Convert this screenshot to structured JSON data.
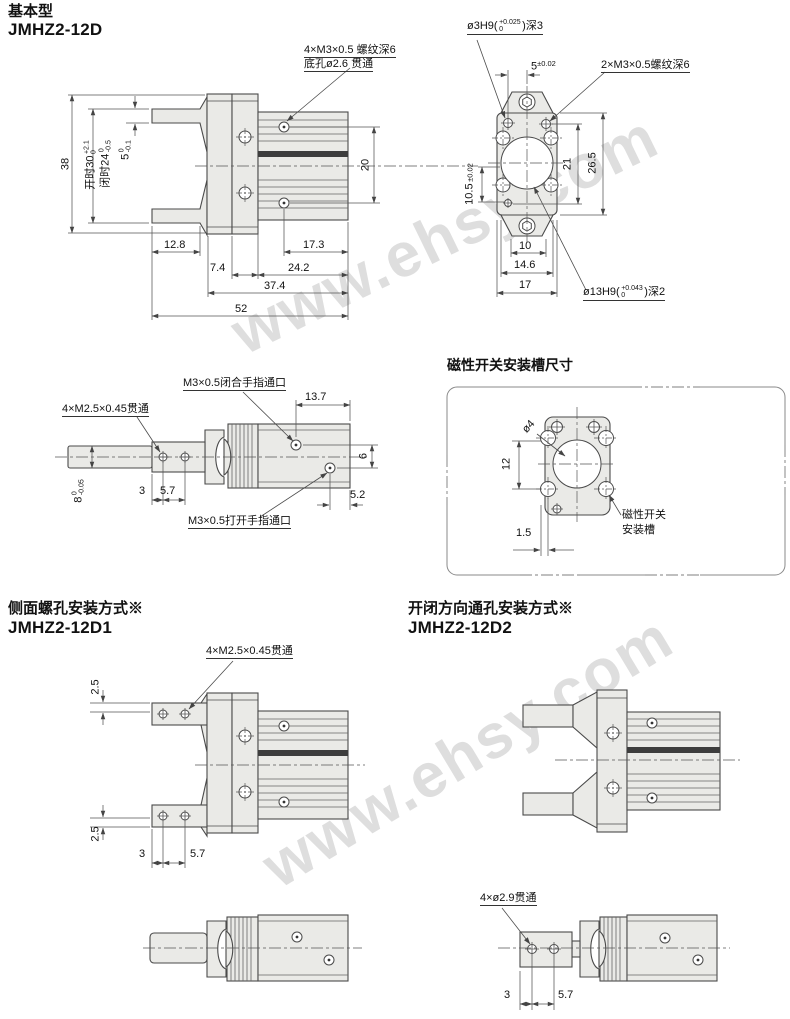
{
  "page": {
    "watermark": "www.ehsy.com"
  },
  "sections": {
    "basic_title": "基本型",
    "basic_model": "JMHZ2-12D",
    "side_title": "侧面螺孔安装方式※",
    "side_model": "JMHZ2-12D1",
    "through_title": "开闭方向通孔安装方式※",
    "through_model": "JMHZ2-12D2",
    "switch_title": "磁性开关安装槽尺寸"
  },
  "viewA": {
    "callout_thread_line1": "4×M3×0.5 螺纹深6",
    "callout_thread_line2": "底孔ø2.6 贯通",
    "d38": "38",
    "open30": {
      "main": "开时30",
      "sup": "+2.1",
      "sub": "0"
    },
    "close24": {
      "main": "闭时24",
      "sup": "0",
      "sub": "-0.5"
    },
    "t5": {
      "main": "5",
      "sup": "0",
      "sub": "-0.1"
    },
    "d20": "20",
    "d12_8": "12.8",
    "d17_3": "17.3",
    "d7_4": "7.4",
    "d24_2": "24.2",
    "d37_4": "37.4",
    "d52": "52"
  },
  "viewB": {
    "callout_pin": {
      "pre": "ø3H9(",
      "sup": "+0.025",
      "sub": "0",
      "post": ")深3"
    },
    "d5": {
      "main": "5",
      "tol": "±0.02"
    },
    "callout_m3": "2×M3×0.5螺纹深6",
    "d21": "21",
    "d26_5": "26.5",
    "d10_5": {
      "main": "10.5",
      "tol": "±0.02"
    },
    "d10": "10",
    "d14_6": "14.6",
    "d17": "17",
    "callout_bore": {
      "pre": "ø13H9(",
      "sup": "+0.043",
      "sub": "0",
      "post": ")深2"
    }
  },
  "viewC": {
    "callout_close_port": "M3×0.5闭合手指通口",
    "callout_thread": "4×M2.5×0.45贯通",
    "d13_7": "13.7",
    "d6": "6",
    "t8": {
      "main": "8",
      "sup": "0",
      "sub": "-0.05"
    },
    "d3": "3",
    "d5_7": "5.7",
    "d5_2": "5.2",
    "callout_open_port": "M3×0.5打开手指通口"
  },
  "viewD": {
    "d_o4": "ø4",
    "d12": "12",
    "d1_5": "1.5",
    "slot_label_line1": "磁性开关",
    "slot_label_line2": "安装槽"
  },
  "viewE": {
    "callout_thread": "4×M2.5×0.45贯通",
    "d2_5_top": "2.5",
    "d2_5_bottom": "2.5",
    "d3": "3",
    "d5_7": "5.7"
  },
  "viewF": {
    "callout_holes": "4×ø2.9贯通",
    "d3": "3",
    "d5_7": "5.7"
  }
}
